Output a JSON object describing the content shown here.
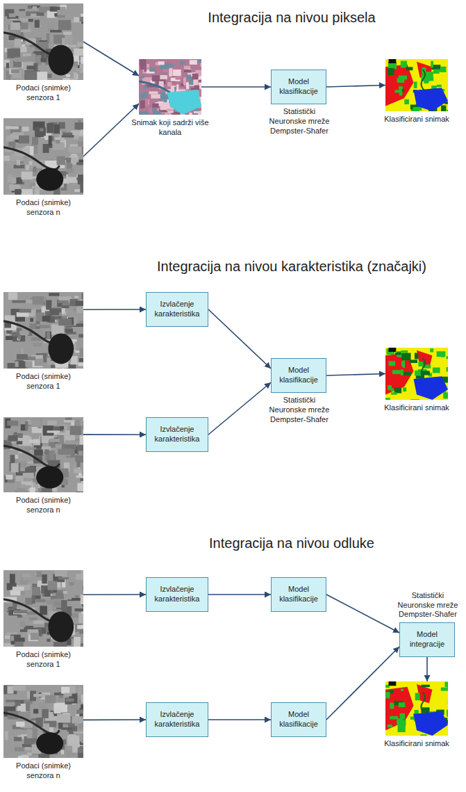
{
  "diagram": {
    "nodes": [
      {
        "text": [
          "Podaci (snimke) senzora 1"
        ]
      },
      {
        "text": [
          "Podaci (snimke) senzora n"
        ]
      },
      {
        "text": [
          "Snimak koji sadrži više kanala"
        ]
      },
      {
        "text": [
          "Model klasifikacije",
          "Statistički Neuronske mreže Dempster-Shafer"
        ]
      },
      {
        "text": [
          "Klasificirani snimak"
        ]
      },
      {
        "text": [
          "Podaci (snimke) senzora 1"
        ]
      },
      {
        "text": [
          "Podaci (snimke) senzora n"
        ]
      },
      {
        "text": [
          "Izvlačenje karakteristika"
        ]
      },
      {
        "text": [
          "Izvlačenje karakteristika"
        ]
      },
      {
        "text": [
          "Model klasifikacije",
          "Statistički Neuronske mreže Dempster-Shafer"
        ]
      },
      {
        "text": [
          "Klasificirani snimak"
        ]
      },
      {
        "text": [
          "Podaci (snimke) senzora 1"
        ]
      },
      {
        "text": [
          "Podaci (snimke) senzora n"
        ]
      },
      {
        "text": [
          "Izvlačenje karakteristika"
        ]
      },
      {
        "text": [
          "Model klasifikacije"
        ]
      },
      {
        "text": [
          "Izvlačenje karakteristika"
        ]
      },
      {
        "text": [
          "Model klasifikacije"
        ]
      },
      {
        "text": [
          "Model integracije",
          "Statistički Neuronske mreže Dempster-Shafer"
        ]
      },
      {
        "text": [
          "Klasificirani snimak"
        ]
      }
    ],
    "edges": [
      {
        "from": 0,
        "to": 2,
        "arrow": "to"
      },
      {
        "from": 1,
        "to": 2,
        "arrow": "to"
      },
      {
        "from": 2,
        "to": 3,
        "arrow": "to"
      },
      {
        "from": 3,
        "to": 4,
        "arrow": "to"
      },
      {
        "from": 5,
        "to": 7,
        "arrow": "to"
      },
      {
        "from": 6,
        "to": 8,
        "arrow": "to"
      },
      {
        "from": 7,
        "to": 9,
        "arrow": "to"
      },
      {
        "from": 8,
        "to": 9,
        "arrow": "to"
      },
      {
        "from": 9,
        "to": 10,
        "arrow": "to"
      },
      {
        "from": 11,
        "to": 13,
        "arrow": "to"
      },
      {
        "from": 13,
        "to": 14,
        "arrow": "to"
      },
      {
        "from": 12,
        "to": 15,
        "arrow": "to"
      },
      {
        "from": 15,
        "to": 16,
        "arrow": "to"
      },
      {
        "from": 14,
        "to": 17,
        "arrow": "to"
      },
      {
        "from": 16,
        "to": 17,
        "arrow": "to"
      },
      {
        "from": 17,
        "to": 18,
        "arrow": "to"
      }
    ],
    "labels": [
      "Integracija na nivou piksela",
      "Integracija na nivou karakteristika (značajki)",
      "Integracija na nivou odluke"
    ]
  }
}
